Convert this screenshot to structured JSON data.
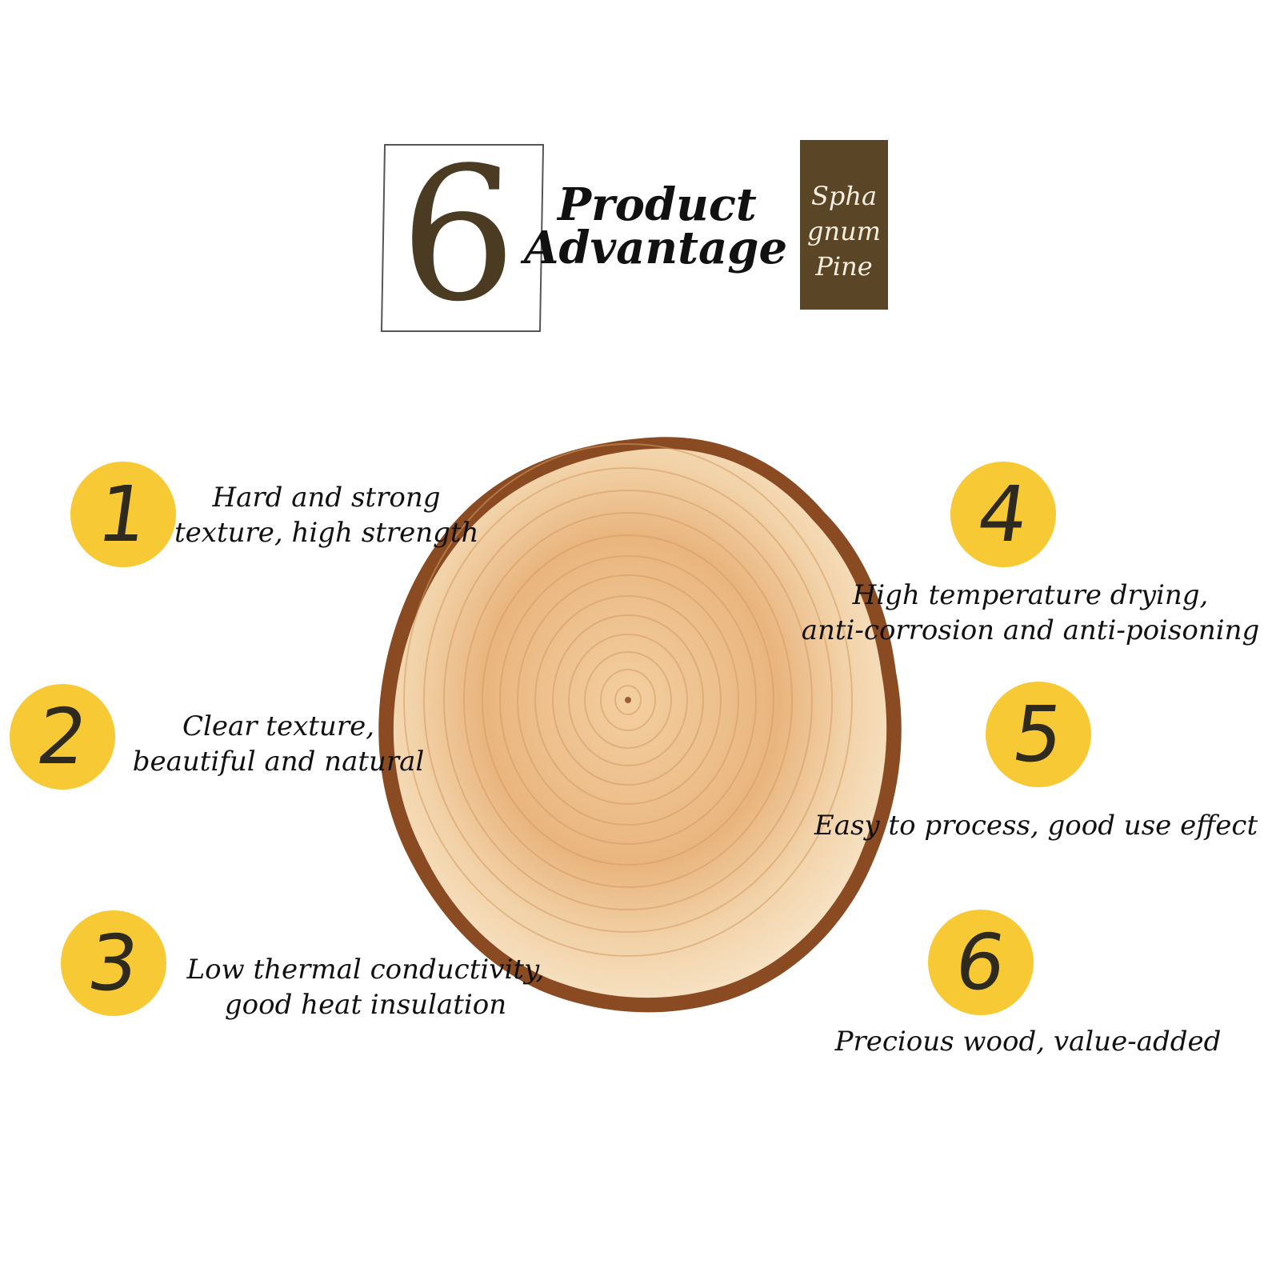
{
  "header": {
    "number": "6",
    "title_line1": "Product",
    "title_line2": "Advantage",
    "tag_lines": [
      "Spha",
      "gnum",
      "Pine"
    ]
  },
  "colors": {
    "number_circle": "#f6c935",
    "brand_box": "#5a4526",
    "big_number": "#4a3b22"
  },
  "advantages": [
    {
      "number": "1",
      "lines": [
        "Hard and strong",
        "texture, high strength"
      ]
    },
    {
      "number": "2",
      "lines": [
        "Clear texture,",
        "beautiful and natural"
      ]
    },
    {
      "number": "3",
      "lines": [
        "Low thermal conductivity,",
        "good heat insulation"
      ]
    },
    {
      "number": "4",
      "lines": [
        "High temperature drying,",
        "anti-corrosion and anti-poisoning"
      ]
    },
    {
      "number": "5",
      "lines": [
        "Easy to process, good use effect"
      ]
    },
    {
      "number": "6",
      "lines": [
        "Precious wood, value-added"
      ]
    }
  ]
}
